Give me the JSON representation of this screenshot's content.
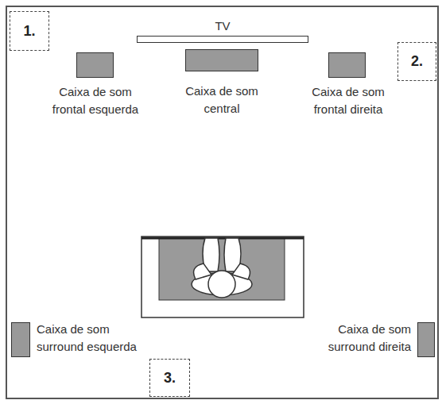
{
  "diagram": {
    "nodes": [
      {
        "text": [
          "1."
        ]
      },
      {
        "text": [
          "TV"
        ]
      },
      {
        "text": [
          "Caixa de som frontal esquerda"
        ]
      },
      {
        "text": [
          "Caixa de som central"
        ]
      },
      {
        "text": [
          "Caixa de som frontal direita"
        ]
      },
      {
        "text": [
          "2."
        ]
      },
      {
        "text": [
          "Caixa de som surround esquerda"
        ]
      },
      {
        "text": [
          "Caixa de som surround direita"
        ]
      },
      {
        "text": [
          "3."
        ]
      }
    ]
  }
}
